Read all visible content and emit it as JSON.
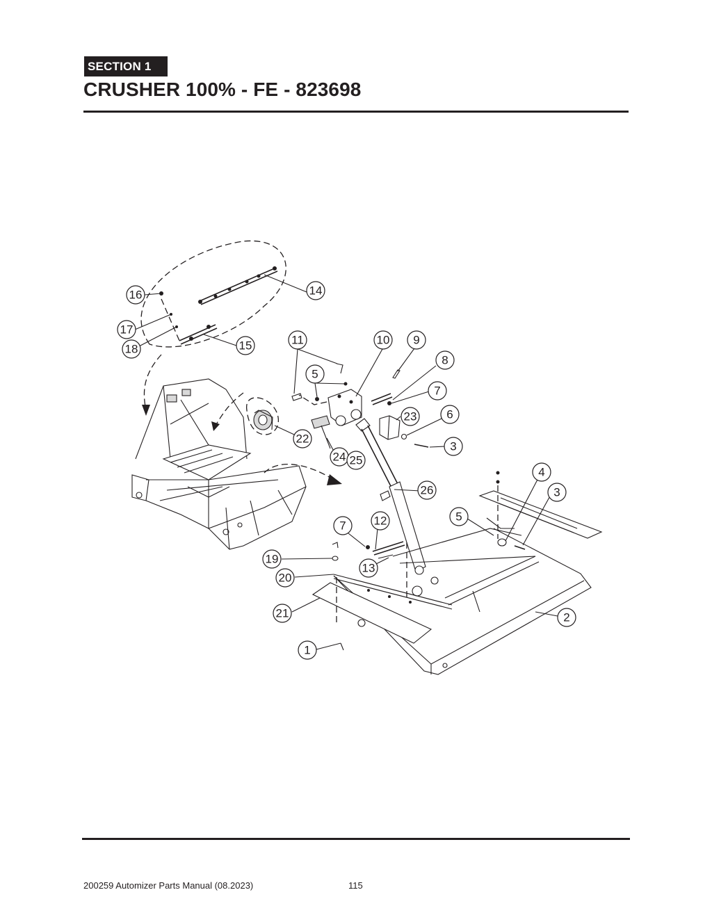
{
  "header": {
    "section_label": "SECTION 1",
    "title": "CRUSHER 100% - FE - 823698"
  },
  "diagram": {
    "callouts": [
      "1",
      "2",
      "3",
      "3",
      "4",
      "5",
      "5",
      "6",
      "7",
      "7",
      "8",
      "9",
      "10",
      "11",
      "12",
      "13",
      "14",
      "15",
      "16",
      "17",
      "18",
      "19",
      "20",
      "21",
      "22",
      "23",
      "24",
      "25",
      "26"
    ]
  },
  "footer": {
    "manual": "200259 Automizer Parts Manual (08.2023)",
    "page_number": "115"
  }
}
